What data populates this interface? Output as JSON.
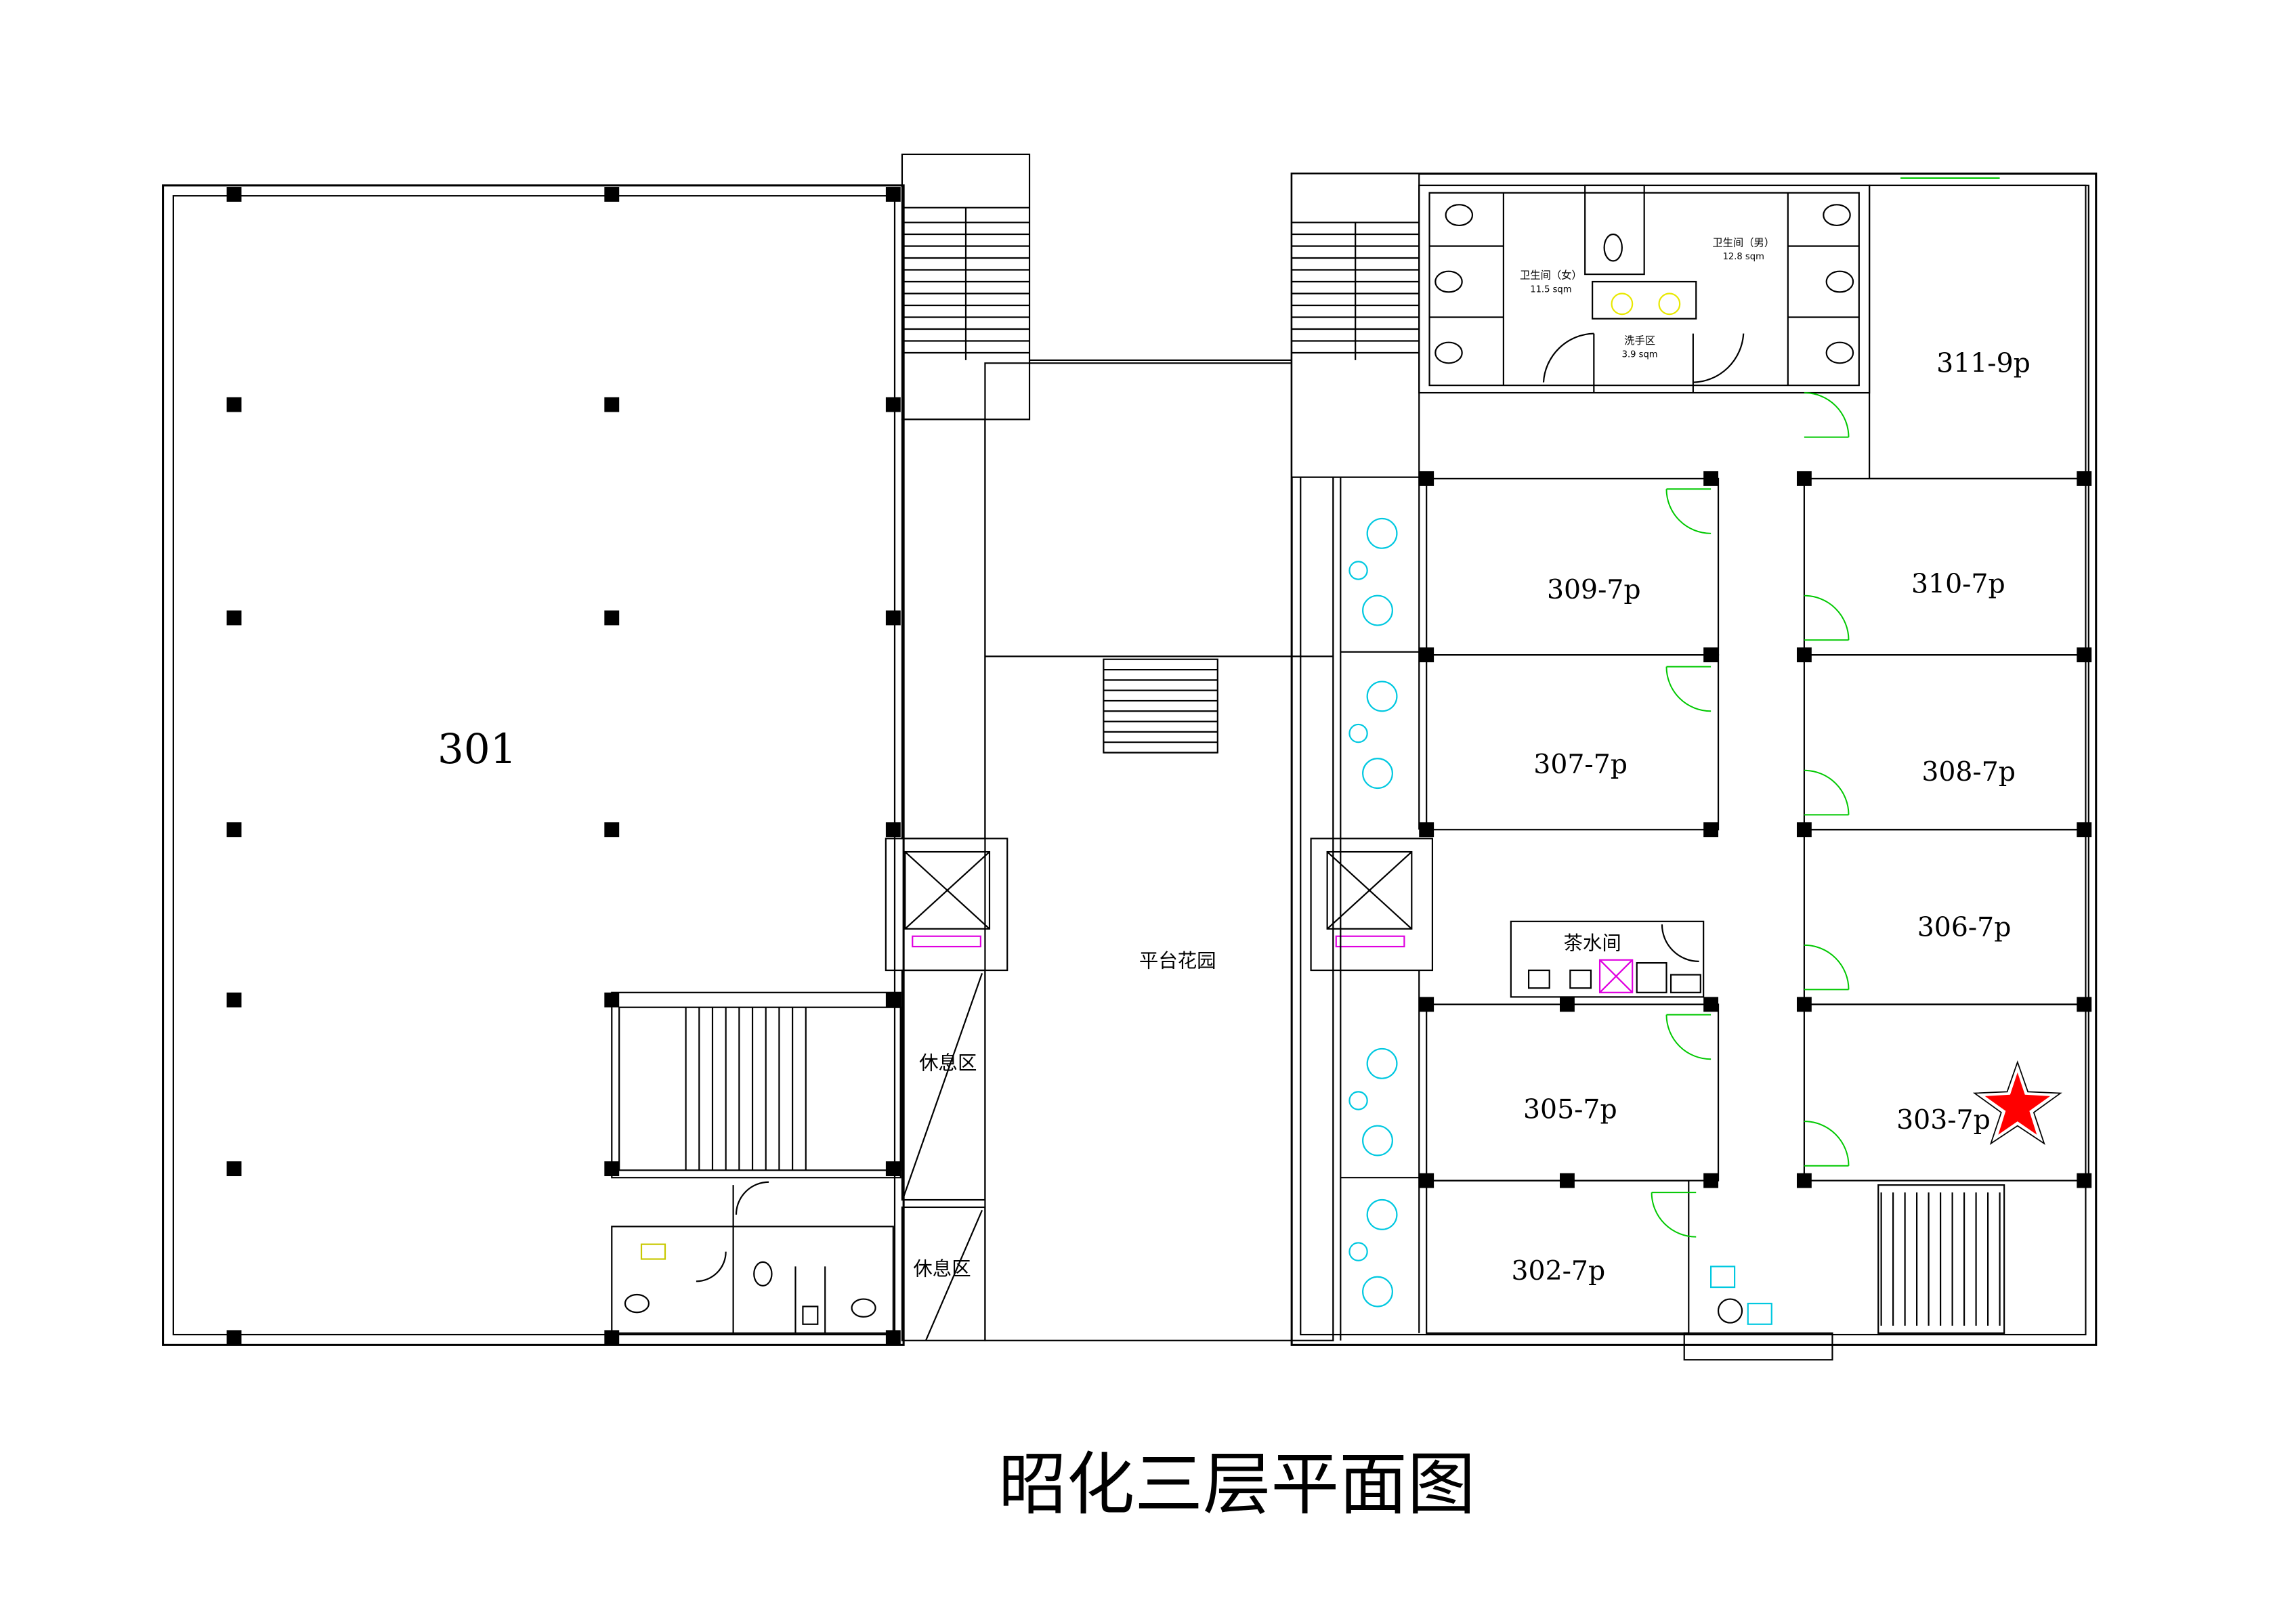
{
  "title": "昭化三层平面图",
  "rooms": {
    "r301": "301",
    "r302": "302-7p",
    "r303": "303-7p",
    "r305": "305-7p",
    "r306": "306-7p",
    "r307": "307-7p",
    "r308": "308-7p",
    "r309": "309-7p",
    "r310": "310-7p",
    "r311": "311-9p"
  },
  "areas": {
    "garden": "平台花园",
    "tea_room": "茶水间",
    "rest_area_1": "休息区",
    "rest_area_2": "休息区",
    "restroom_female": "卫生间（女）",
    "restroom_female_area": "11.5 sqm",
    "restroom_male": "卫生间（男）",
    "restroom_male_area": "12.8 sqm",
    "washroom": "洗手区",
    "washroom_area": "3.9 sqm"
  },
  "marker": {
    "icon": "star-icon",
    "room": "303-7p",
    "color": "#ff0000"
  },
  "colors": {
    "door": "#00c800",
    "furniture": "#00c8e0",
    "elevator_panel": "#e000e0",
    "sink": "#e8e800"
  }
}
